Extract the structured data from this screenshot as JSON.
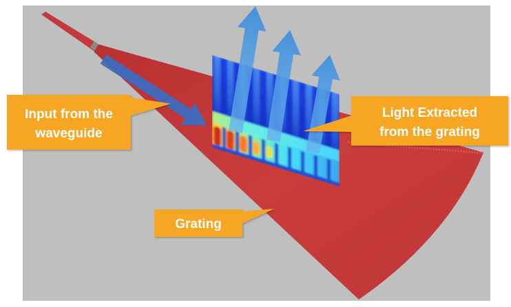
{
  "callouts": {
    "input": {
      "lines": [
        "Input from the",
        "waveguide"
      ]
    },
    "extracted": {
      "lines": [
        "Light Extracted",
        "from the grating"
      ]
    },
    "grating": {
      "lines": [
        "Grating"
      ]
    }
  },
  "colors": {
    "background": "#bfbfbf",
    "grating": "#c43a3a",
    "grating_edge": "#d85858",
    "callout": "#f6a623",
    "callout_text": "#ffffff",
    "input_arrow": "#3d6bbf",
    "extracted_arrow": "#4a9be3"
  }
}
